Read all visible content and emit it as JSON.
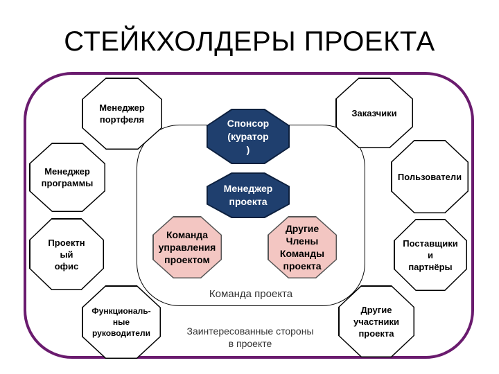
{
  "title": "СТЕЙКХОЛДЕРЫ ПРОЕКТА",
  "colors": {
    "outer_border": "#6a1b6e",
    "core_fill": "#1f3f6e",
    "team_fill": "#f3c6c2"
  },
  "core": {
    "sponsor": "Спонсор\n(куратор\n)",
    "manager": "Менеджер\nпроекта",
    "pm_team": "Команда\nуправления\nпроектом",
    "other_members": "Другие\nЧлены\nКоманды\nпроекта"
  },
  "inner_caption": "Команда проекта",
  "outer_caption": "Заинтересованные стороны\nв проекте",
  "left": {
    "portfolio_manager": "Менеджер\nпортфеля",
    "program_manager": "Менеджер\nпрограммы",
    "project_office": "Проектн\nый\nофис",
    "functional_managers": "Функциональ-\nные\nруководители"
  },
  "right": {
    "customers": "Заказчики",
    "users": "Пользователи",
    "suppliers": "Поставщики\nи\nпартнёры",
    "other_participants": "Другие\nучастники\nпроекта"
  }
}
